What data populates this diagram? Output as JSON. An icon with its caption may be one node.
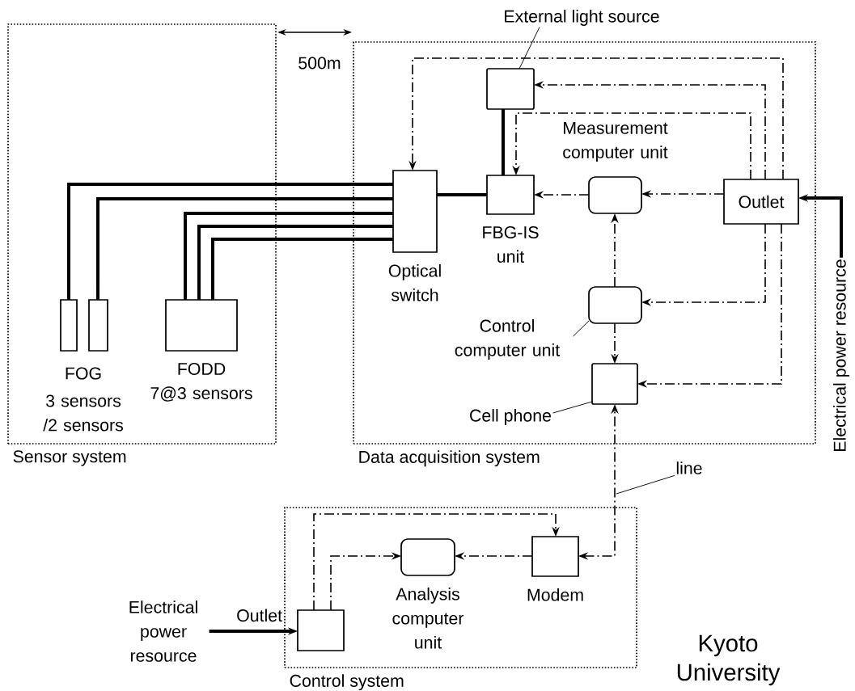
{
  "diagram": {
    "nodes": [
      {
        "text": [
          "Sensor system"
        ]
      },
      {
        "text": [
          "Data acquisition system"
        ]
      },
      {
        "text": [
          "Control system"
        ]
      },
      {
        "text": [],
        "shape": "bar",
        "in": 0
      },
      {
        "text": [],
        "shape": "bar",
        "in": 0
      },
      {
        "text": [
          "FODD",
          "7@3 sensors"
        ],
        "in": 0
      },
      {
        "text": [
          "Optical switch"
        ],
        "in": 1
      },
      {
        "text": [
          "External light source"
        ]
      },
      {
        "text": [],
        "shape": "box",
        "in": 1
      },
      {
        "text": [
          "FBG-IS unit"
        ],
        "in": 1
      },
      {
        "text": [
          "Measurement computer unit"
        ],
        "in": 1
      },
      {
        "text": [
          "Outlet"
        ],
        "in": 1
      },
      {
        "text": [
          "Control computer unit"
        ],
        "in": 1
      },
      {
        "text": [],
        "shape": "box",
        "in": 1
      },
      {
        "text": [
          "Cell phone"
        ],
        "in": 1
      },
      {
        "text": [],
        "shape": "box",
        "in": 1
      },
      {
        "text": [
          "Electrical power resource"
        ]
      },
      {
        "text": [
          "line"
        ]
      },
      {
        "text": [
          "Outlet"
        ],
        "in": 2
      },
      {
        "text": [
          "Analysis computer unit"
        ],
        "in": 2
      },
      {
        "text": [
          "Modem"
        ],
        "in": 2
      },
      {
        "text": [
          "Electrical power resource"
        ]
      }
    ],
    "edges": [
      {
        "from": 3,
        "to": 6,
        "arrow": "none",
        "style": "thick"
      },
      {
        "from": 4,
        "to": 6,
        "arrow": "none",
        "style": "thick"
      },
      {
        "from": 5,
        "to": 6,
        "arrow": "none",
        "style": "thick"
      },
      {
        "from": 5,
        "to": 6,
        "arrow": "none",
        "style": "thick"
      },
      {
        "from": 5,
        "to": 6,
        "arrow": "none",
        "style": "thick"
      },
      {
        "from": 6,
        "to": 9,
        "arrow": "none",
        "style": "thick"
      },
      {
        "from": 8,
        "to": 9,
        "arrow": "none",
        "style": "thick"
      },
      {
        "from": 11,
        "to": 6,
        "arrow": "to",
        "style": "dashed"
      },
      {
        "from": 11,
        "to": 8,
        "arrow": "to",
        "style": "dashed"
      },
      {
        "from": 11,
        "to": 9,
        "arrow": "to",
        "style": "dashed"
      },
      {
        "from": 11,
        "to": 10,
        "arrow": "to",
        "style": "dashed"
      },
      {
        "from": 11,
        "to": 13,
        "arrow": "to",
        "style": "dashed"
      },
      {
        "from": 11,
        "to": 15,
        "arrow": "to",
        "style": "dashed"
      },
      {
        "from": 10,
        "to": 9,
        "arrow": "to",
        "style": "dashed"
      },
      {
        "from": 13,
        "to": 10,
        "arrow": "to",
        "style": "dashed"
      },
      {
        "from": 13,
        "to": 15,
        "arrow": "to",
        "style": "dashed"
      },
      {
        "from": 20,
        "to": 15,
        "arrow": "both",
        "style": "dashed"
      },
      {
        "from": 20,
        "to": 19,
        "arrow": "to",
        "style": "dashed"
      },
      {
        "from": 18,
        "to": 20,
        "arrow": "to",
        "style": "dashed"
      },
      {
        "from": 18,
        "to": 19,
        "arrow": "to",
        "style": "dashed"
      },
      {
        "from": 16,
        "to": 11,
        "arrow": "to",
        "style": "thick"
      },
      {
        "from": 21,
        "to": 18,
        "arrow": "to",
        "style": "thick"
      },
      {
        "from": 7,
        "to": 8,
        "arrow": "none"
      },
      {
        "from": 12,
        "to": 13,
        "arrow": "none"
      },
      {
        "from": 14,
        "to": 15,
        "arrow": "none"
      },
      {
        "from": 17,
        "to": null,
        "arrow": "none"
      }
    ],
    "labels": [
      "500m",
      "FOG",
      "3 sensors /2 sensors",
      "Kyoto University"
    ]
  }
}
